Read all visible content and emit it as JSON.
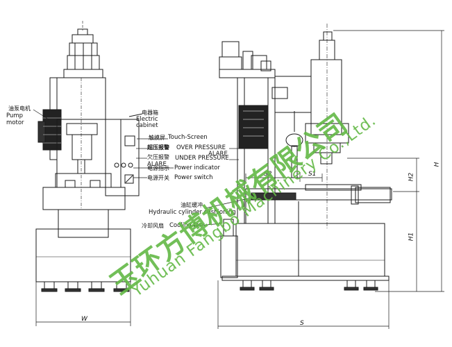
{
  "labels": {
    "pump_motor_cn": "油泵电机",
    "pump_motor_en_1": "Pump",
    "pump_motor_en_2": "motor",
    "electric_cabinet_cn": "电器箱",
    "electric_cabinet_en_1": "Electric",
    "electric_cabinet_en_2": "cabinet",
    "touch_screen_cn": "触摸屏",
    "touch_screen_en": "Touch-Screen",
    "over_pressure_cn": "超压报警",
    "over_pressure_en": "OVER PRESSURE",
    "over_pressure_alare": "ALARE",
    "under_pressure_cn": "欠压报警",
    "under_pressure_en": "UNDER PRESSURE",
    "under_pressure_alare": "ALARE",
    "power_indicator_cn": "电源指示",
    "power_indicator_en": "Power indicator",
    "power_switch_cn": "电源开关",
    "power_switch_en": "Power switch",
    "cushioning_cn": "油缸缓冲",
    "cushioning_en": "Hydraulic cylinder cushioning",
    "cooling_fan_cn": "冷却风扇",
    "cooling_fan_en": "Cooling fan"
  },
  "dimensions": {
    "W": "W",
    "S": "S",
    "S1": "S1",
    "S2": "S2",
    "H": "H",
    "H1": "H1",
    "H2": "H2"
  },
  "watermark": {
    "cn": "玉环方博机械有限公司",
    "en": "Yuhuan Fangbo Machinery Co.,Ltd.",
    "color": "#63b946"
  }
}
